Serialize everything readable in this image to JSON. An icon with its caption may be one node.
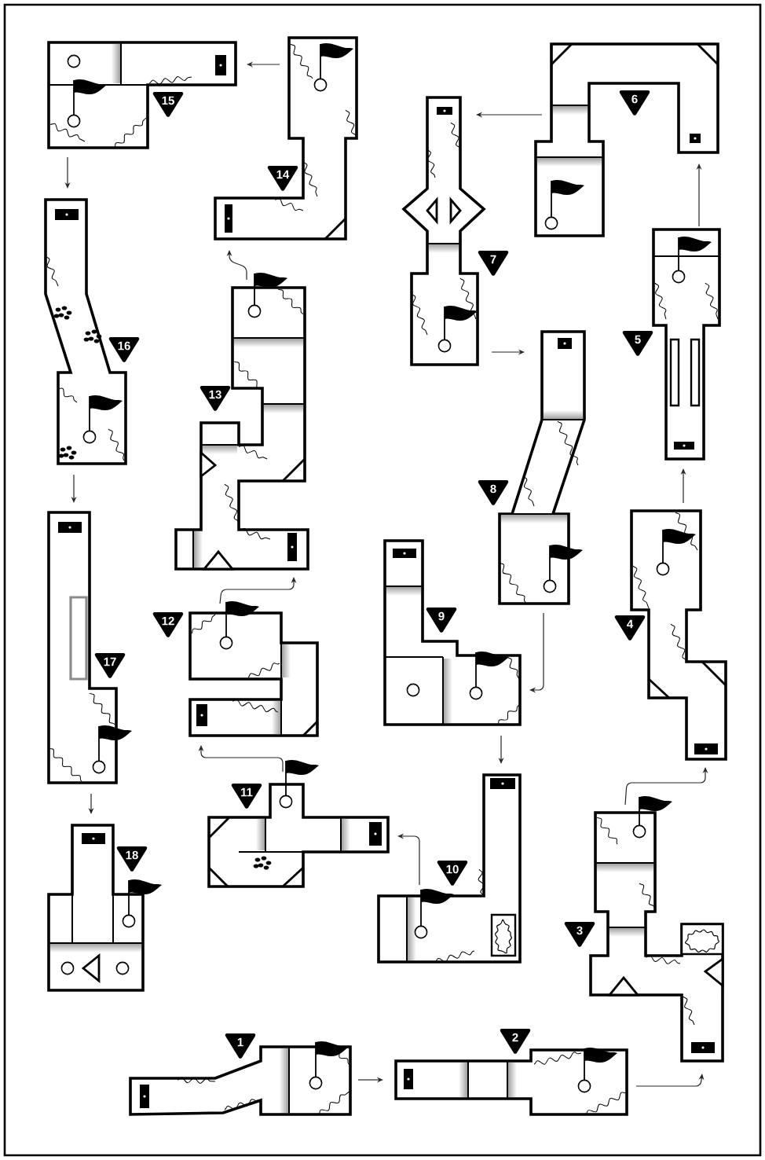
{
  "diagram": {
    "nodes": [
      {
        "text": [
          "1"
        ]
      },
      {
        "text": [
          "2"
        ]
      },
      {
        "text": [
          "3"
        ]
      },
      {
        "text": [
          "4"
        ]
      },
      {
        "text": [
          "5"
        ]
      },
      {
        "text": [
          "6"
        ]
      },
      {
        "text": [
          "7"
        ]
      },
      {
        "text": [
          "8"
        ]
      },
      {
        "text": [
          "9"
        ]
      },
      {
        "text": [
          "10"
        ]
      },
      {
        "text": [
          "11"
        ]
      },
      {
        "text": [
          "12"
        ]
      },
      {
        "text": [
          "13"
        ]
      },
      {
        "text": [
          "14"
        ]
      },
      {
        "text": [
          "15"
        ]
      },
      {
        "text": [
          "16"
        ]
      },
      {
        "text": [
          "17"
        ]
      },
      {
        "text": [
          "18"
        ]
      }
    ],
    "edges": [
      {
        "from": 0,
        "to": 1,
        "arrow": "to"
      },
      {
        "from": 1,
        "to": 2,
        "arrow": "to"
      },
      {
        "from": 2,
        "to": 3,
        "arrow": "to"
      },
      {
        "from": 3,
        "to": 4,
        "arrow": "to"
      },
      {
        "from": 4,
        "to": 5,
        "arrow": "to"
      },
      {
        "from": 5,
        "to": 6,
        "arrow": "to"
      },
      {
        "from": 6,
        "to": 7,
        "arrow": "to"
      },
      {
        "from": 7,
        "to": 8,
        "arrow": "to"
      },
      {
        "from": 8,
        "to": 9,
        "arrow": "to"
      },
      {
        "from": 9,
        "to": 10,
        "arrow": "to"
      },
      {
        "from": 10,
        "to": 11,
        "arrow": "to"
      },
      {
        "from": 11,
        "to": 12,
        "arrow": "to"
      },
      {
        "from": 12,
        "to": 13,
        "arrow": "to"
      },
      {
        "from": 13,
        "to": 14,
        "arrow": "to"
      },
      {
        "from": 14,
        "to": 15,
        "arrow": "to"
      },
      {
        "from": 15,
        "to": 16,
        "arrow": "to"
      },
      {
        "from": 16,
        "to": 17,
        "arrow": "to"
      }
    ]
  }
}
